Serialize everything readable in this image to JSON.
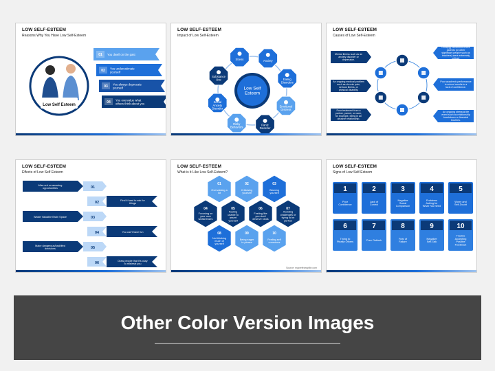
{
  "slides": [
    {
      "title": "LOW SELF-ESTEEM",
      "subtitle": "Reasons Why You Have Low Self-Esteem",
      "center_label": "Low Self Esteem",
      "items": [
        {
          "num": "01",
          "text": "You dwell on the past"
        },
        {
          "num": "02",
          "text": "You underestimate yourself"
        },
        {
          "num": "03",
          "text": "You always deprecate yourself"
        },
        {
          "num": "04",
          "text": "You overvalue what others think about you"
        }
      ]
    },
    {
      "title": "LOW SELF-ESTEEM",
      "subtitle": "Impact of Low Self-Esteem",
      "center_label": "Low Self Esteem",
      "nodes": [
        "Stress",
        "Anxiety",
        "Eating Disorders",
        "Emotional Distress",
        "Panic Disorder",
        "Risky Behaviors",
        "Social Anxiety Disorder",
        "Substance Use"
      ]
    },
    {
      "title": "LOW SELF-ESTEEM",
      "subtitle": "Causes of Low Self-Esteem",
      "left_items": [
        "Mental illness such as an anxiety disorder or depression.",
        "An ongoing medical problem such as chronic pain, serious illness, or physical disability.",
        "Poor treatment from a partner, parent, or carer, for example, being in an abusive relationship."
      ],
      "right_items": [
        "Unhappy childhood where parents (or other significant people such as teachers) were extremely critical.",
        "Poor academic performance in school results in a lack of confidence.",
        "An ongoing stressful life event such as relationship breakdown or financial troubles."
      ]
    },
    {
      "title": "LOW SELF-ESTEEM",
      "subtitle": "Effects of Low Self Esteem",
      "items": [
        {
          "num": "01",
          "text": "Miss out on amazing opportunities"
        },
        {
          "num": "02",
          "text": "Find it hard to ask for things"
        },
        {
          "num": "03",
          "text": "Waste Valuable Brain Space"
        },
        {
          "num": "04",
          "text": "You can't have fun"
        },
        {
          "num": "05",
          "text": "Make dangerous/bad/ilfed decisions"
        },
        {
          "num": "06",
          "text": "Draw people that it's okay to mistreat you"
        }
      ]
    },
    {
      "title": "LOW SELF-ESTEEM",
      "subtitle": "What is it Like Low Self-Esteem?",
      "source": "Source: myperfectwpfile.com",
      "hexes": [
        {
          "num": "01",
          "text": "Overvaluing a lot"
        },
        {
          "num": "02",
          "text": "Criticising yourself"
        },
        {
          "num": "03",
          "text": "Blaming yourself"
        },
        {
          "num": "04",
          "text": "Focusing on your own weaknesses"
        },
        {
          "num": "05",
          "text": "Feeling unable to assert yourself"
        },
        {
          "num": "06",
          "text": "Feeling like you don't deserve kinds"
        },
        {
          "num": "07",
          "text": "Avoiding challenges or trying to be perfect"
        },
        {
          "num": "08",
          "text": "Not thinking much of yourself"
        },
        {
          "num": "09",
          "text": "Being eager to please"
        },
        {
          "num": "10",
          "text": "Feeling self conscious"
        }
      ]
    },
    {
      "title": "LOW SELF-ESTEEM",
      "subtitle": "Signs of Low Self-Esteem",
      "cards": [
        {
          "num": "1",
          "text": "Poor Confidence"
        },
        {
          "num": "2",
          "text": "Lack of Control"
        },
        {
          "num": "3",
          "text": "Negative Social Comparison"
        },
        {
          "num": "4",
          "text": "Problems Asking for What You Need"
        },
        {
          "num": "5",
          "text": "Worry and Self-Doubt"
        },
        {
          "num": "6",
          "text": "Trying to Please Others"
        },
        {
          "num": "7",
          "text": "Poor Outlook"
        },
        {
          "num": "8",
          "text": "Fear of Failure"
        },
        {
          "num": "9",
          "text": "Negative Self-Talk"
        },
        {
          "num": "10",
          "text": "Trouble Accepting Positive Feedback"
        }
      ]
    }
  ],
  "banner": {
    "text": "Other Color Version Images"
  },
  "colors": {
    "dark": "#0b3a78",
    "mid": "#1e6fd9",
    "light": "#5aa2ee",
    "pale": "#bcd8f7",
    "banner": "#454545"
  }
}
